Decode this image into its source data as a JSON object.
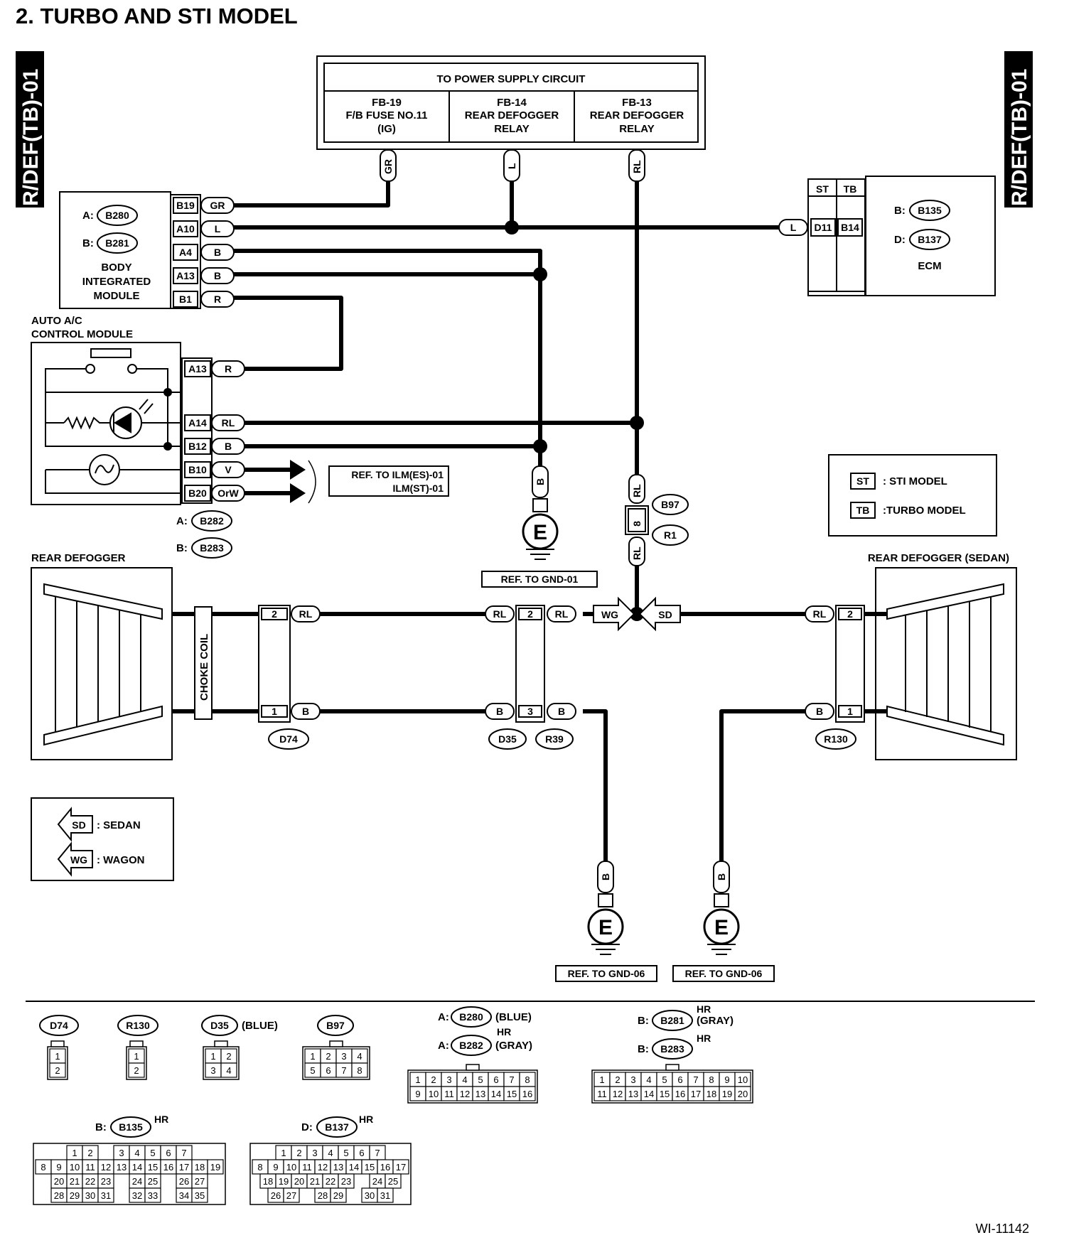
{
  "page_title": "2.  TURBO AND STI MODEL",
  "side_label": "R/DEF(TB)-01",
  "power": {
    "header": "TO POWER SUPPLY CIRCUIT",
    "cells": [
      {
        "l1": "FB-19",
        "l2": "F/B FUSE NO.11",
        "l3": "(IG)"
      },
      {
        "l1": "FB-14",
        "l2": "REAR DEFOGGER",
        "l3": "RELAY"
      },
      {
        "l1": "FB-13",
        "l2": "REAR DEFOGGER",
        "l3": "RELAY"
      }
    ]
  },
  "bim": {
    "conn_a_prefix": "A:",
    "conn_a": "B280",
    "conn_b_prefix": "B:",
    "conn_b": "B281",
    "name1": "BODY",
    "name2": "INTEGRATED",
    "name3": "MODULE",
    "pins": [
      {
        "pin": "B19",
        "wire": "GR"
      },
      {
        "pin": "A10",
        "wire": "L"
      },
      {
        "pin": "A4",
        "wire": "B"
      },
      {
        "pin": "A13",
        "wire": "B"
      },
      {
        "pin": "B1",
        "wire": "R"
      }
    ]
  },
  "ecm": {
    "hdr_st": "ST",
    "hdr_tb": "TB",
    "pin_st": "D11",
    "pin_tb": "B14",
    "wire": "L",
    "conn_b_prefix": "B:",
    "conn_b": "B135",
    "conn_d_prefix": "D:",
    "conn_d": "B137",
    "name": "ECM"
  },
  "acm": {
    "title1": "AUTO A/C",
    "title2": "CONTROL MODULE",
    "pins": [
      {
        "pin": "A13",
        "wire": "R"
      },
      {
        "pin": "A14",
        "wire": "RL"
      },
      {
        "pin": "B12",
        "wire": "B"
      },
      {
        "pin": "B10",
        "wire": "V"
      },
      {
        "pin": "B20",
        "wire": "OrW"
      }
    ],
    "conn_a_prefix": "A:",
    "conn_a": "B282",
    "conn_b_prefix": "B:",
    "conn_b": "B283"
  },
  "ilm_ref": {
    "line1": "REF. TO ILM(ES)-01",
    "line2": "ILM(ST)-01"
  },
  "legend_model": {
    "st": "ST",
    "st_text": ": STI MODEL",
    "tb": "TB",
    "tb_text": ":TURBO MODEL"
  },
  "legend_body": {
    "sd": "SD",
    "sd_text": ": SEDAN",
    "wg": "WG",
    "wg_text": ": WAGON"
  },
  "wires": {
    "power_gr": "GR",
    "power_l": "L",
    "power_rl": "RL",
    "gnd_b": "B",
    "rl_upper": "RL",
    "rl_lower": "RL",
    "pin8": "8",
    "d74_top": "RL",
    "d74_bot": "B",
    "d35_top_l": "RL",
    "d35_top_r": "RL",
    "d35_bot_l": "B",
    "d35_bot_r": "B",
    "wg": "WG",
    "sd": "SD",
    "r130_top": "RL",
    "r130_bot": "B",
    "gnd06a_b": "B",
    "gnd06b_b": "B"
  },
  "connectors": {
    "b97": "B97",
    "r1": "R1",
    "d74": "D74",
    "d35": "D35",
    "r39": "R39",
    "r130": "R130",
    "d74_pin_top": "2",
    "d74_pin_bot": "1",
    "d35_pin_top": "2",
    "d35_pin_bot": "3",
    "r130_pin_top": "2",
    "r130_pin_bot": "1"
  },
  "ground": {
    "symbol": "E",
    "ref_gnd01": "REF. TO GND-01",
    "ref_gnd06a": "REF. TO GND-06",
    "ref_gnd06b": "REF. TO GND-06"
  },
  "defogger": {
    "left_title": "REAR DEFOGGER",
    "right_title": "REAR DEFOGGER (SEDAN)",
    "choke": "CHOKE COIL"
  },
  "conn_views": {
    "d74": "D74",
    "r130": "R130",
    "d35": "D35",
    "d35_color": "(BLUE)",
    "b97": "B97",
    "b280_prefix": "A:",
    "b280": "B280",
    "b280_color": "(BLUE)",
    "b282_prefix": "A:",
    "b282": "B282",
    "b282_hr": "HR",
    "b282_color": "(GRAY)",
    "b281_prefix": "B:",
    "b281": "B281",
    "b281_hr": "HR",
    "b281_color": "(GRAY)",
    "b283_prefix": "B:",
    "b283": "B283",
    "b283_hr": "HR",
    "b135_prefix": "B:",
    "b135": "B135",
    "b135_hr": "HR",
    "b137_prefix": "D:",
    "b137": "B137",
    "b137_hr": "HR"
  },
  "pinouts": {
    "d74": [
      [
        "1"
      ],
      [
        "2"
      ]
    ],
    "r130": [
      [
        "1"
      ],
      [
        "2"
      ]
    ],
    "d35": [
      [
        "1",
        "2"
      ],
      [
        "3",
        "4"
      ]
    ],
    "b97": [
      [
        "1",
        "2",
        "3",
        "4"
      ],
      [
        "5",
        "6",
        "7",
        "8"
      ]
    ],
    "b280": [
      [
        "1",
        "2",
        "3",
        "4",
        "5",
        "6",
        "7",
        "8"
      ],
      [
        "9",
        "10",
        "11",
        "12",
        "13",
        "14",
        "15",
        "16"
      ]
    ],
    "b281": [
      [
        "1",
        "2",
        "3",
        "4",
        "5",
        "6",
        "7",
        "8",
        "9",
        "10"
      ],
      [
        "11",
        "12",
        "13",
        "14",
        "15",
        "16",
        "17",
        "18",
        "19",
        "20"
      ]
    ],
    "b135": [
      [
        "1",
        "2",
        "",
        "3",
        "4",
        "5",
        "6",
        "7"
      ],
      [
        "8",
        "9",
        "10",
        "11",
        "12",
        "13",
        "14",
        "15",
        "16",
        "17",
        "18",
        "19"
      ],
      [
        "20",
        "21",
        "22",
        "23",
        "",
        "24",
        "25",
        "",
        "26",
        "27"
      ],
      [
        "28",
        "29",
        "30",
        "31",
        "",
        "32",
        "33",
        "",
        "34",
        "35"
      ]
    ],
    "b137": [
      [
        "1",
        "2",
        "3",
        "4",
        "5",
        "6",
        "7"
      ],
      [
        "8",
        "9",
        "10",
        "11",
        "12",
        "13",
        "14",
        "15",
        "16",
        "17"
      ],
      [
        "18",
        "19",
        "20",
        "21",
        "22",
        "23",
        "",
        "24",
        "25"
      ],
      [
        "26",
        "27",
        "",
        "28",
        "29",
        "",
        "30",
        "31"
      ]
    ]
  },
  "figure_code": "WI-11142"
}
